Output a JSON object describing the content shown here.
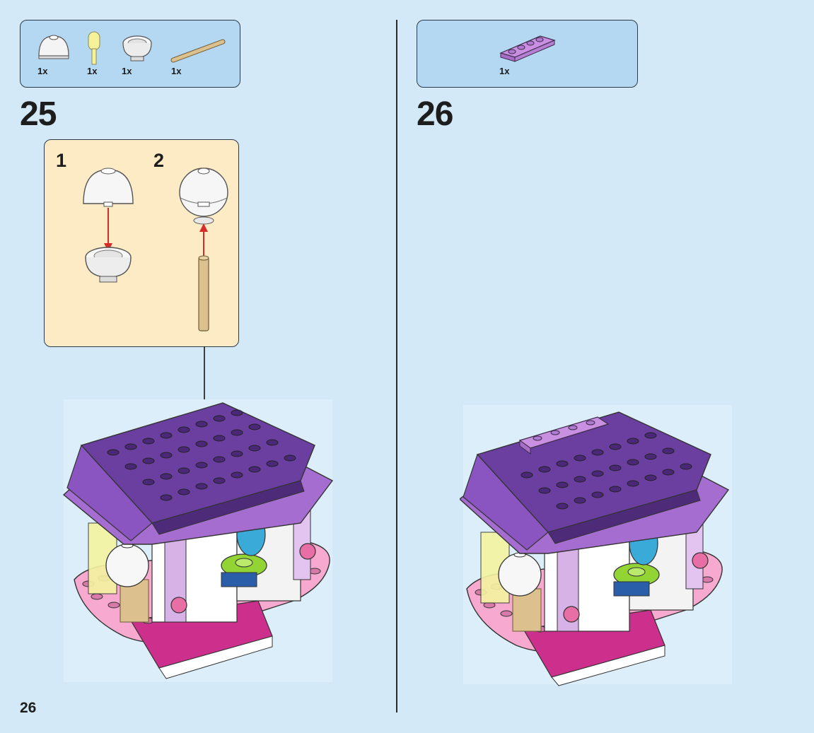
{
  "page": {
    "number": "26"
  },
  "steps": [
    {
      "number": "25",
      "parts": [
        {
          "icon": "round-brick-dome-white-icon",
          "qty": "1x"
        },
        {
          "icon": "transparent-yellow-bar-icon",
          "qty": "1x"
        },
        {
          "icon": "round-brick-dish-white-icon",
          "qty": "1x"
        },
        {
          "icon": "tan-bar-icon",
          "qty": "1x"
        }
      ],
      "substeps": [
        {
          "number": "1"
        },
        {
          "number": "2"
        }
      ]
    },
    {
      "number": "26",
      "parts": [
        {
          "icon": "lavender-plate-1x4-icon",
          "qty": "1x"
        }
      ]
    }
  ],
  "colors": {
    "page_bg": "#d3e9f7",
    "parts_box_bg": "#b5d8f2",
    "substep_box_bg": "#fcebc5",
    "roof_purple": "#6a3fa0",
    "pink": "#f5a3c9",
    "magenta": "#cc2d87",
    "arrow_red": "#d92a2a"
  }
}
